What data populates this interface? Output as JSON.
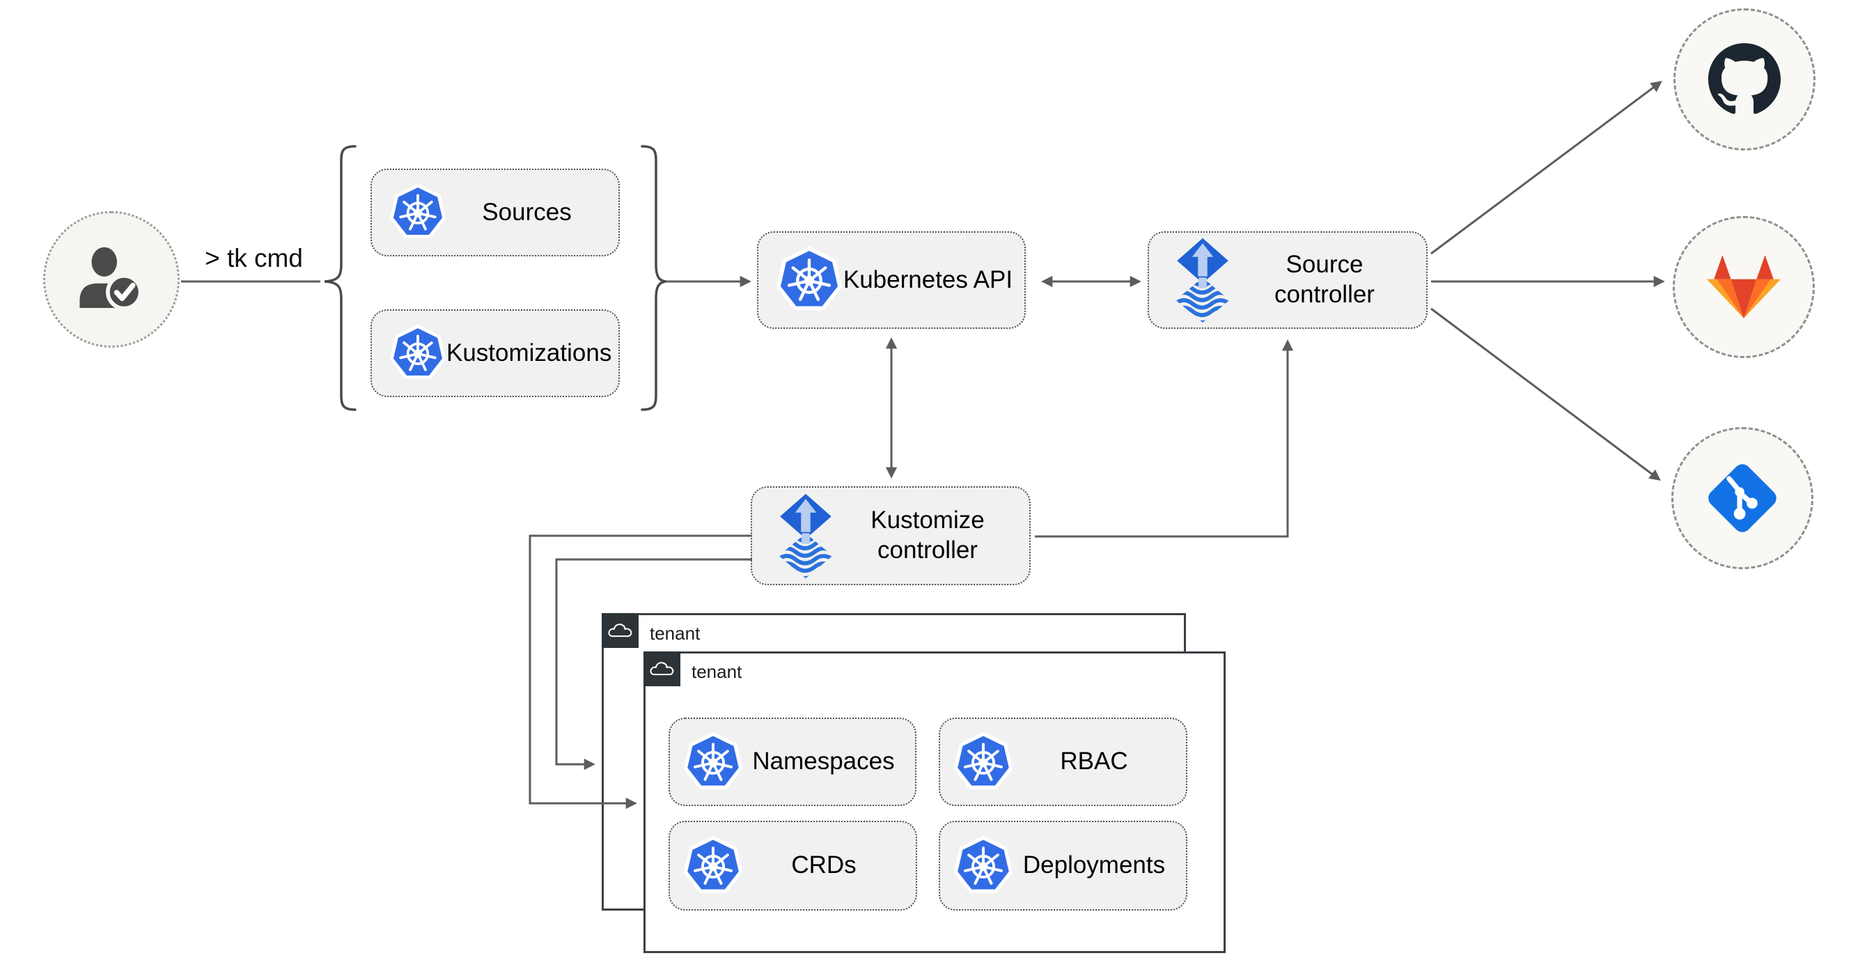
{
  "labels": {
    "tk_cmd": "> tk cmd",
    "sources": "Sources",
    "kustomizations": "Kustomizations",
    "kubernetes_api": "Kubernetes API",
    "source_controller": "Source controller",
    "kustomize_controller": "Kustomize controller",
    "tenant_back": "tenant",
    "tenant_front": "tenant",
    "namespaces": "Namespaces",
    "rbac": "RBAC",
    "crds": "CRDs",
    "deployments": "Deployments"
  },
  "icons": {
    "user": "user-check-icon",
    "resource": "kubernetes-icon",
    "controller": "flux-icon",
    "tenant": "cloud-icon",
    "repo_github": "github-icon",
    "repo_gitlab": "gitlab-icon",
    "repo_git": "git-icon"
  },
  "colors": {
    "kubernetes_blue": "#326ce5",
    "flux_blue": "#2062d4",
    "flux_light_blue": "#b9cdf2",
    "git_blue": "#1272e5",
    "github_dark": "#1b2630",
    "gitlab_red": "#e24329",
    "gitlab_orange": "#fc6d26",
    "gitlab_light_orange": "#fca326",
    "connector_gray": "#5d5d5d",
    "node_fill": "#f1f1f1",
    "person_gray": "#4a4a4a"
  }
}
